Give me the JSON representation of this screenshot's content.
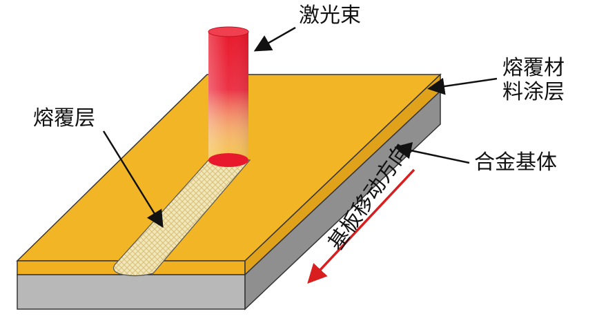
{
  "labels": {
    "laser_beam": "激光束",
    "cladding_layer": "熔覆层",
    "coating_material_line1": "熔覆材",
    "coating_material_line2": "料涂层",
    "alloy_substrate": "合金基体",
    "substrate_motion": "基板移动方向"
  },
  "colors": {
    "coating_top": "#f2b526",
    "coating_side": "#e0a21a",
    "substrate_front": "#b8b8b8",
    "substrate_side": "#8f8f8f",
    "laser_red": "#e8192c",
    "arrow_red": "#d81e1e",
    "cladding_fill": "#efe3b0"
  }
}
